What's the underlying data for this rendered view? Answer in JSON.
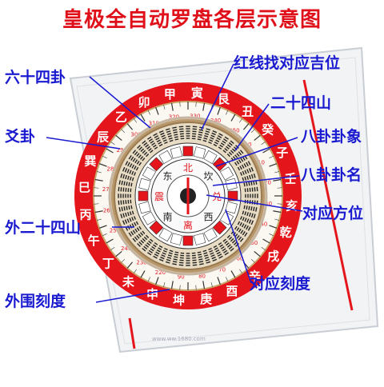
{
  "title": "皇极全自动罗盘各层示意图",
  "colors": {
    "title": "#e0101a",
    "label": "#1a1ad0",
    "ring": "#e4161c",
    "plate": "#eef0f2"
  },
  "labels": {
    "liushisi_gua": "六十四卦",
    "yao_gua": "爻卦",
    "wai_ershisi_shan": "外二十四山",
    "wai_wei_kedu": "外围刻度",
    "hongxian": "红线找对应吉位",
    "ershisi_shan": "二十四山",
    "bagua_xiang": "八卦卦象",
    "bagua_ming": "八卦卦名",
    "duiying_fangwei": "对应方位",
    "duiying_kedu": "对应刻度"
  },
  "outer_ring_chars": [
    "申",
    "未",
    "丁",
    "午",
    "丙",
    "巳",
    "巽",
    "辰",
    "乙",
    "卯",
    "甲",
    "寅",
    "艮",
    "丑",
    "癸",
    "子",
    "壬",
    "亥",
    "乾",
    "戌",
    "辛",
    "酉",
    "庚",
    "坤"
  ],
  "scale_numbers": [
    "220",
    "230",
    "240",
    "250",
    "260",
    "270",
    "280",
    "290",
    "300",
    "310",
    "320",
    "330",
    "340",
    "350",
    "0",
    "10",
    "20",
    "30",
    "40",
    "50",
    "60",
    "70",
    "80",
    "90"
  ],
  "inner_ring_chars": [
    "北",
    "坎",
    "兑",
    "西",
    "离",
    "南",
    "震",
    "东"
  ],
  "watermark": "www.ww.1680.com"
}
